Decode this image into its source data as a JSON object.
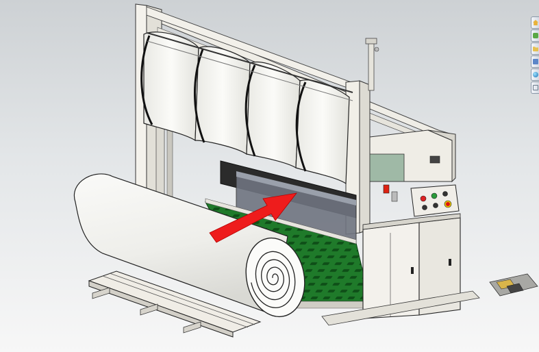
{
  "viewport": {
    "background_top": "#cdd1d4",
    "background_bottom": "#f7f7f7"
  },
  "scene": {
    "frame_color": "#f1efe9",
    "conveyor_color": "#1f7a2a",
    "roll_color": "#f4f4f2",
    "pallet_color": "#ece9e2",
    "cabinet_color": "#f3f1ec",
    "arrow_color": "#ee1c1c",
    "control_buttons": [
      "red-button",
      "green-button",
      "black-switch",
      "black-switch",
      "black-switch",
      "emergency-stop"
    ]
  },
  "toolbar": {
    "items": [
      {
        "name": "home-icon"
      },
      {
        "name": "parts-icon"
      },
      {
        "name": "folder-icon"
      },
      {
        "name": "view-palette-icon"
      },
      {
        "name": "appearance-icon"
      },
      {
        "name": "custom-properties-icon"
      }
    ]
  }
}
